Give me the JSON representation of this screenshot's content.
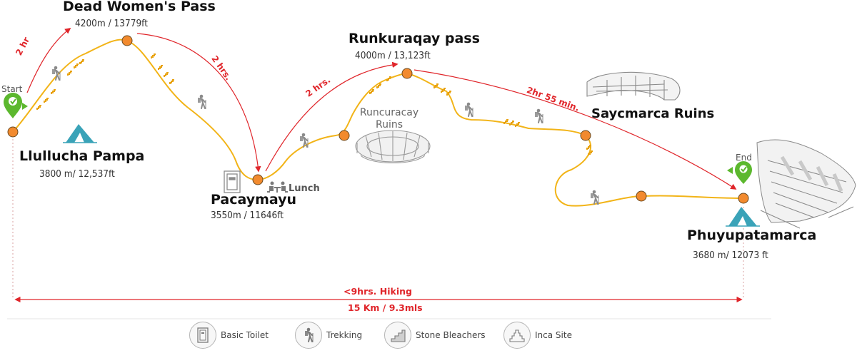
{
  "start": {
    "label": "Start"
  },
  "end": {
    "label": "End"
  },
  "camps": [
    {
      "name": "Llullucha Pampa",
      "elevation": "3800 m/ 12,537ft"
    },
    {
      "name": "Phuyupatamarca",
      "elevation": "3680 m/ 12073 ft"
    }
  ],
  "passes": [
    {
      "name": "Dead Women's Pass",
      "elevation": "4200m / 13779ft"
    },
    {
      "name": "Runkuraqay pass",
      "elevation": "4000m / 13,123ft"
    }
  ],
  "lunch_stop": {
    "name": "Pacaymayu",
    "elevation": "3550m / 11646ft",
    "lunch_label": "Lunch"
  },
  "ruins": [
    {
      "name": "Runcuracay Ruins"
    },
    {
      "name": "Saycmarca Ruins"
    }
  ],
  "segments": [
    {
      "time": "2 hr"
    },
    {
      "time": "2 hrs."
    },
    {
      "time": "2 hrs."
    },
    {
      "time": "2hr 55 min."
    }
  ],
  "summary": {
    "duration": "<9hrs. Hiking",
    "distance": "15 Km / 9.3mls"
  },
  "legend": [
    {
      "icon": "toilet-icon",
      "label": "Basic Toilet"
    },
    {
      "icon": "hiker-icon",
      "label": "Trekking"
    },
    {
      "icon": "stairs-icon",
      "label": "Stone Bleachers"
    },
    {
      "icon": "pyramid-icon",
      "label": "Inca Site"
    }
  ],
  "colors": {
    "trail": "#f2b418",
    "waypoint": "#f28a2e",
    "arrow": "#e0262b",
    "pin": "#5cb82e",
    "tent": "#3aa3b8"
  }
}
